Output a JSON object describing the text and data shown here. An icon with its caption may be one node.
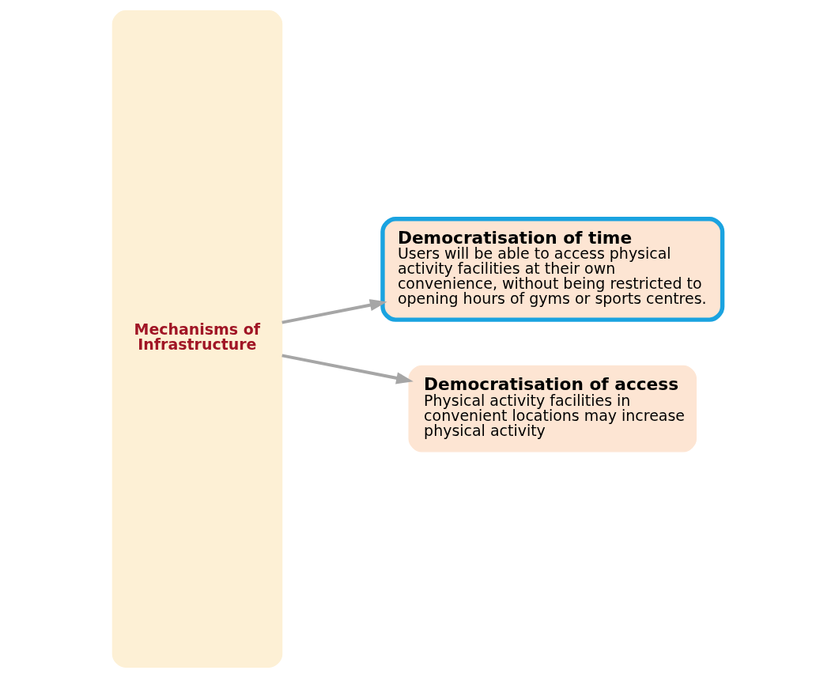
{
  "diagram": {
    "nodes": [
      {
        "text": [
          "Mechanisms of Infrastructure"
        ]
      },
      {
        "text": [
          "Democratisation of time",
          "Users will be able to access physical activity facilities at their own convenience, without being restricted to opening hours of gyms or sports centres."
        ]
      },
      {
        "text": [
          "Democratisation of access",
          "Physical activity facilities in convenient locations may increase physical activity"
        ]
      }
    ],
    "edges": [
      {
        "from": 0,
        "to": 1,
        "arrow": "to"
      },
      {
        "from": 0,
        "to": 2,
        "arrow": "to"
      }
    ]
  }
}
